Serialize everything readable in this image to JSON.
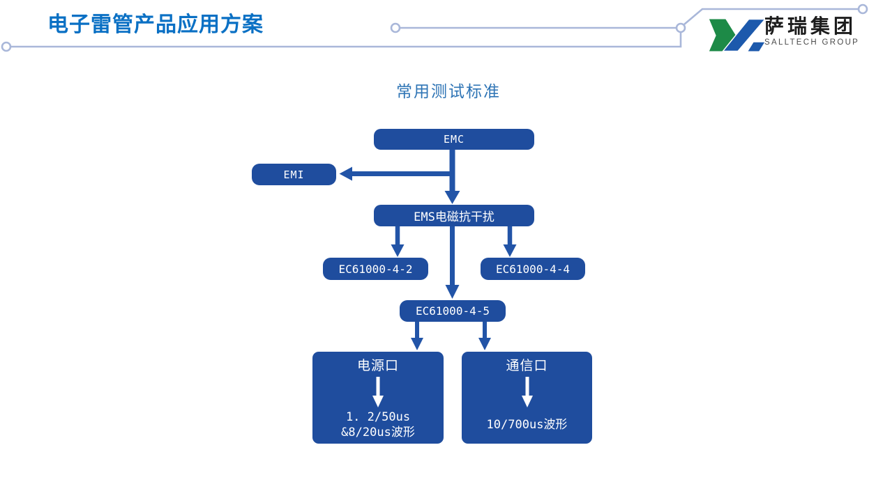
{
  "header": {
    "title": "电子雷管产品应用方案",
    "title_color": "#0a70c4"
  },
  "logo": {
    "company_cn": "萨瑞集团",
    "company_en": "SALLTECH GROUP",
    "mark_green": "#1d8a47",
    "mark_blue": "#1c59ac"
  },
  "diagram": {
    "title": "常用测试标准",
    "title_color": "#2e74b5",
    "node_fill": "#1f4d9e",
    "node_text_color": "#ffffff",
    "connector_color": "#2254a7",
    "decor_line_color": "#a9b7d9",
    "nodes": {
      "emc": "EMC",
      "emi": "EMI",
      "ems": "EMS电磁抗干扰",
      "iec_4_2": "EC61000-4-2",
      "iec_4_4": "EC61000-4-4",
      "iec_4_5": "EC61000-4-5",
      "power": {
        "title": "电源口",
        "line1": "1. 2/50us",
        "line2": "&8/20us波形"
      },
      "comm": {
        "title": "通信口",
        "line1": "10/700us波形"
      }
    },
    "edges": [
      {
        "from": "emc",
        "to": "ems"
      },
      {
        "from": "emc",
        "to": "emi"
      },
      {
        "from": "ems",
        "to": "iec_4_2"
      },
      {
        "from": "ems",
        "to": "iec_4_4"
      },
      {
        "from": "ems",
        "to": "iec_4_5"
      },
      {
        "from": "iec_4_5",
        "to": "power"
      },
      {
        "from": "iec_4_5",
        "to": "comm"
      },
      {
        "from": "power.title",
        "to": "power.waveform"
      },
      {
        "from": "comm.title",
        "to": "comm.waveform"
      }
    ]
  }
}
